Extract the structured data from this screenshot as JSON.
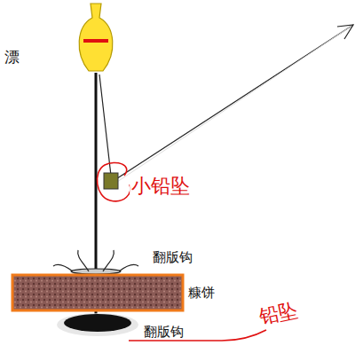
{
  "diagram": {
    "labels": [
      "漂",
      "小铅坠",
      "翻版钩",
      "糠饼",
      "翻版钩",
      "铅坠"
    ]
  }
}
